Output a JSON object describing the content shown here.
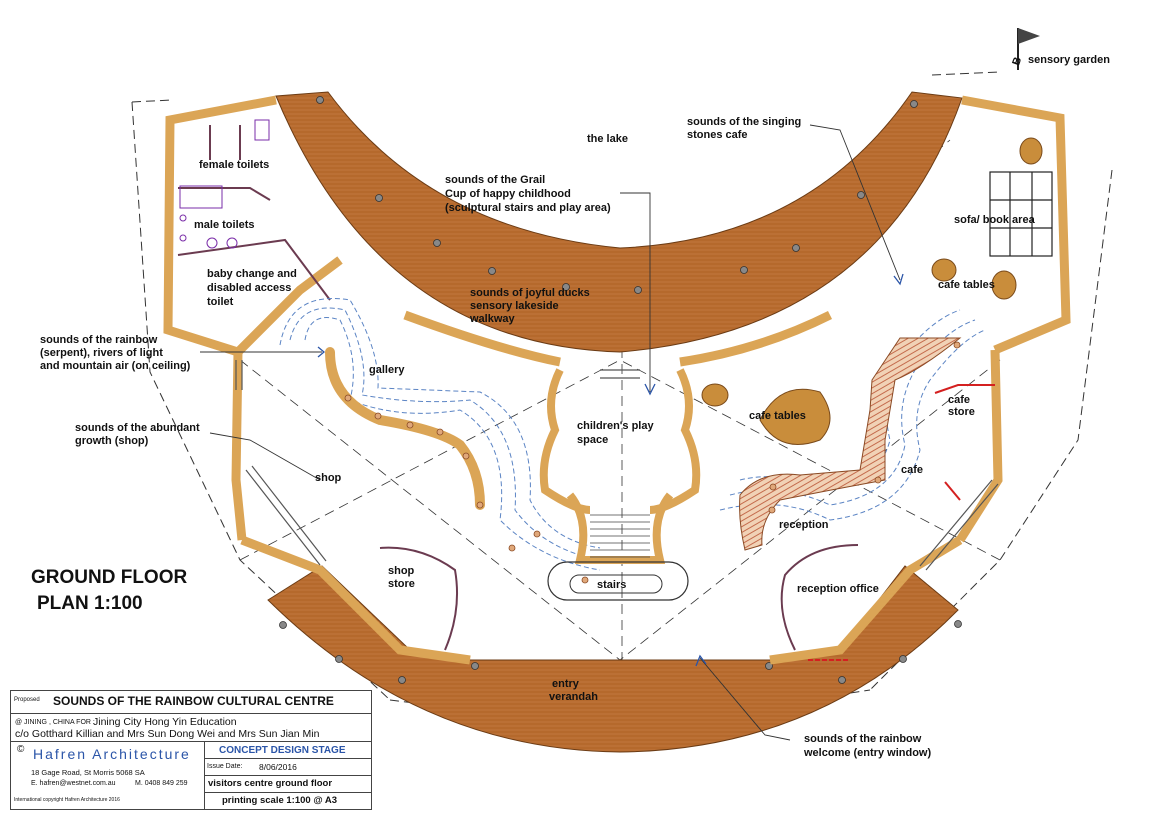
{
  "colors": {
    "deck": "#b5692c",
    "wall": "#dba556",
    "cafe_table": "#c98d3b",
    "dashed_blue": "#5b84c4",
    "red_line": "#d42020",
    "accent_blue": "#2b55a8"
  },
  "labels": {
    "sensory_garden": "sensory garden",
    "north_marker": "B",
    "the_lake": "the lake",
    "singing_stones": [
      "sounds of the singing",
      "stones cafe"
    ],
    "grail": [
      "sounds of the Grail",
      "Cup of happy childhood",
      "(sculptural stairs and play area)"
    ],
    "female_toilets": "female toilets",
    "male_toilets": "male toilets",
    "baby_change": [
      "baby change and",
      "disabled access",
      "toilet"
    ],
    "joyful_ducks": [
      "sounds of joyful ducks",
      "sensory lakeside",
      "walkway"
    ],
    "sofa_book": "sofa/ book area",
    "cafe_tables_top": "cafe tables",
    "rainbow_serpent": [
      "sounds of the rainbow",
      "(serpent), rivers of light",
      "and mountain air (on ceiling)"
    ],
    "gallery": "gallery",
    "childrens_play": [
      "children's play",
      "space"
    ],
    "cafe_tables_mid": "cafe tables",
    "cafe_store": [
      "cafe",
      "store"
    ],
    "abundant_growth": [
      "sounds of the abundant",
      "growth  (shop)"
    ],
    "shop": "shop",
    "cafe": "cafe",
    "reception": "reception",
    "shop_store": [
      "shop",
      "store"
    ],
    "stairs": "stairs",
    "reception_office": "reception office",
    "entry_verandah": [
      "entry",
      "verandah"
    ],
    "rainbow_welcome": [
      "sounds of the rainbow",
      "welcome (entry window)"
    ],
    "plan_title": [
      "GROUND FLOOR",
      "PLAN 1:100"
    ]
  },
  "titleblock": {
    "proposed": "Proposed",
    "project": "SOUNDS OF THE RAINBOW CULTURAL CENTRE",
    "location_prefix": "@ JINING , CHINA FOR :",
    "client": "Jining City Hong Yin Education",
    "contact": "c/o Gotthard Killian and Mrs Sun Dong Wei and Mrs Sun Jian Min",
    "copyright_symbol": "©",
    "firm": "Hafren Architecture",
    "stage": "CONCEPT DESIGN STAGE",
    "address": "18 Gage Road, St Morris 5068 SA",
    "issue_label": "Issue Date:",
    "issue_date": "8/06/2016",
    "email": "E. hafren@westnet.com.au",
    "mobile": "M. 0408 849 259",
    "sheet": "visitors centre ground floor",
    "copyright": "International  copyright  Hafren Architecture 2016",
    "scale": "printing scale 1:100 @ A3"
  }
}
